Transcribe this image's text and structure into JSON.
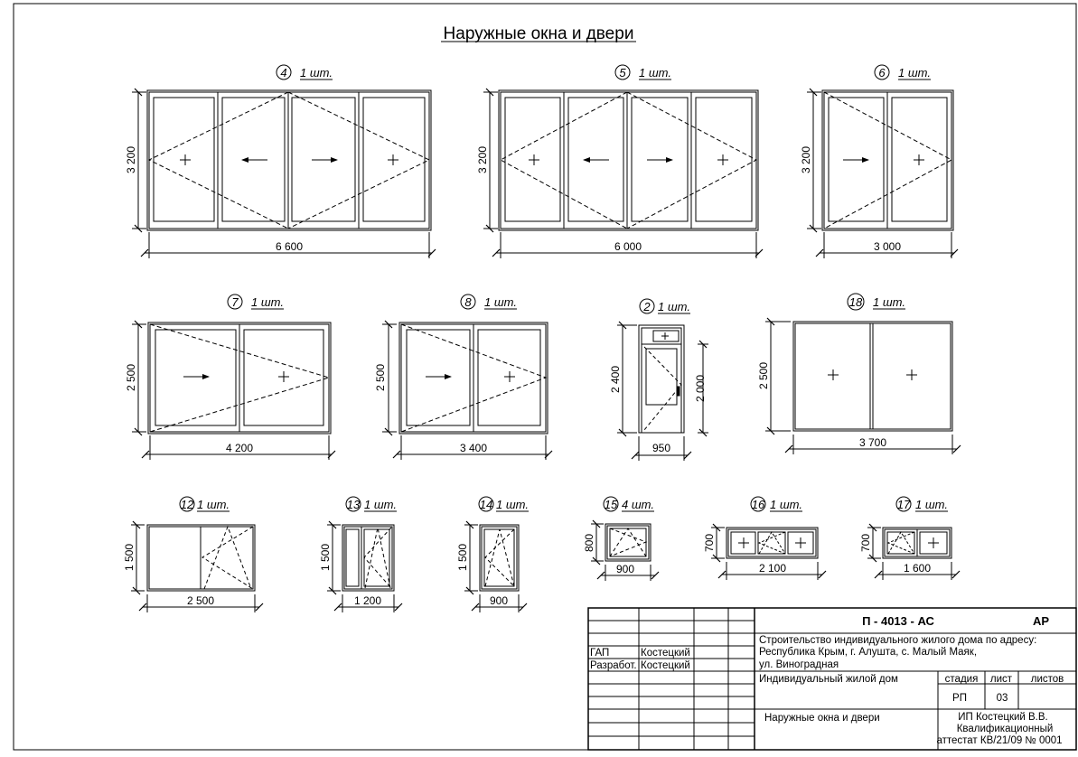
{
  "sheet_title": "Наружные окна и двери",
  "items": [
    {
      "mark": "4",
      "qty": "1 шт.",
      "width": "6 600",
      "height": "3 200"
    },
    {
      "mark": "5",
      "qty": "1 шт.",
      "width": "6 000",
      "height": "3 200"
    },
    {
      "mark": "6",
      "qty": "1 шт.",
      "width": "3 000",
      "height": "3 200"
    },
    {
      "mark": "7",
      "qty": "1 шт.",
      "width": "4 200",
      "height": "2 500"
    },
    {
      "mark": "8",
      "qty": "1 шт.",
      "width": "3 400",
      "height": "2 500"
    },
    {
      "mark": "2",
      "qty": "1 шт.",
      "width": "950",
      "height": "2 400",
      "height2": "2 000"
    },
    {
      "mark": "18",
      "qty": "1 шт.",
      "width": "3 700",
      "height": "2 500"
    },
    {
      "mark": "12",
      "qty": "1 шт.",
      "width": "2 500",
      "height": "1 500"
    },
    {
      "mark": "13",
      "qty": "1 шт.",
      "width": "1 200",
      "height": "1 500"
    },
    {
      "mark": "14",
      "qty": "1 шт.",
      "width": "900",
      "height": "1 500"
    },
    {
      "mark": "15",
      "qty": "4 шт.",
      "width": "900",
      "height": "800"
    },
    {
      "mark": "16",
      "qty": "1 шт.",
      "width": "2 100",
      "height": "700"
    },
    {
      "mark": "17",
      "qty": "1 шт.",
      "width": "1 600",
      "height": "700"
    }
  ],
  "title_block": {
    "code": "П - 4013 - АС",
    "section": "АР",
    "project_lines": [
      "Строительство индивидуального жилого дома по адресу:",
      "Республика Крым, г. Алушта, с. Малый Маяк,",
      "ул. Виноградная"
    ],
    "role1": "ГАП",
    "name1": "Костецкий",
    "role2": "Разработ.",
    "name2": "Костецкий",
    "object": "Индивидуальный жилой дом",
    "stage_label": "стадия",
    "sheet_label": "лист",
    "sheets_label": "листов",
    "stage": "РП",
    "sheet_no": "03",
    "drawing_name": "Наружные окна и двери",
    "org_lines": [
      "ИП Костецкий В.В.",
      "Квалификационный",
      "аттестат КВ/21/09 № 0001"
    ]
  }
}
